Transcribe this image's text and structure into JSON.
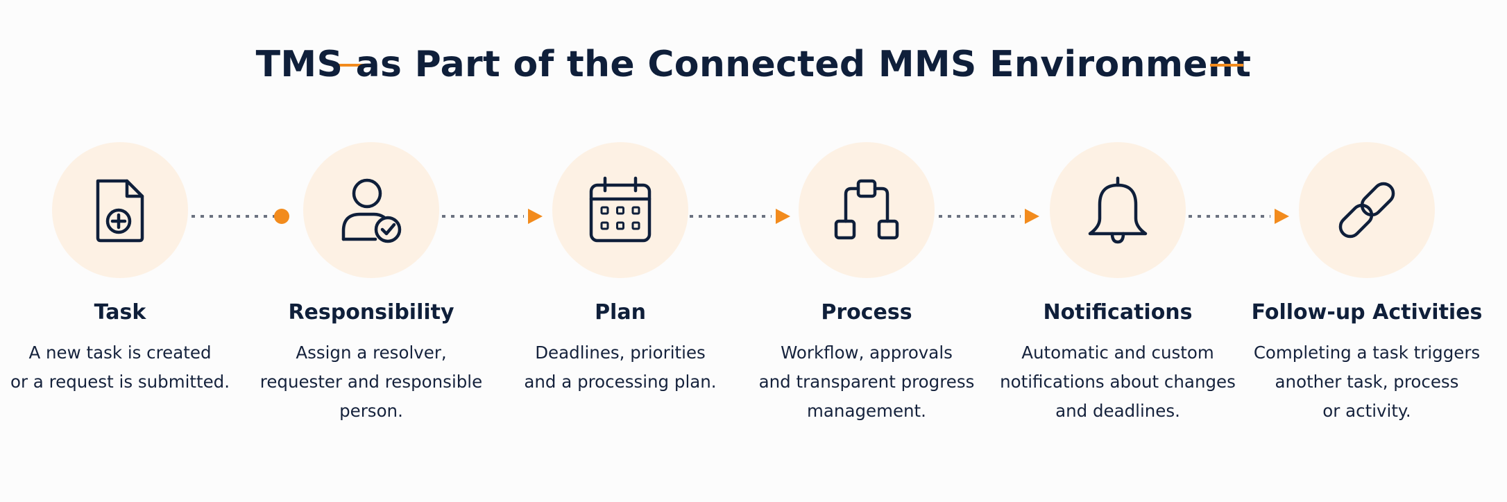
{
  "title": "TMS as Part of the Connected MMS Environment",
  "colors": {
    "accent": "#f28b1d",
    "navy": "#0f1f3a",
    "circle_bg": "#fdf1e4",
    "connector": "#6b7280"
  },
  "steps": [
    {
      "icon": "document-add-icon",
      "title": "Task",
      "lines": [
        "A new task is created",
        "or a request is submitted."
      ]
    },
    {
      "icon": "user-check-icon",
      "title": "Responsibility",
      "lines": [
        "Assign a resolver,",
        "requester and responsible",
        "person."
      ]
    },
    {
      "icon": "calendar-icon",
      "title": "Plan",
      "lines": [
        "Deadlines, priorities",
        "and a processing plan."
      ]
    },
    {
      "icon": "workflow-icon",
      "title": "Process",
      "lines": [
        "Workflow, approvals",
        "and transparent progress",
        "management."
      ]
    },
    {
      "icon": "bell-icon",
      "title": "Notifications",
      "lines": [
        "Automatic and custom",
        "notifications about changes",
        "and deadlines."
      ]
    },
    {
      "icon": "link-icon",
      "title": "Follow-up Activities",
      "lines": [
        "Completing a task triggers",
        "another task, process",
        "or activity."
      ]
    }
  ],
  "connectors": [
    {
      "end": "dot"
    },
    {
      "end": "arrow"
    },
    {
      "end": "arrow"
    },
    {
      "end": "arrow"
    },
    {
      "end": "arrow"
    }
  ]
}
